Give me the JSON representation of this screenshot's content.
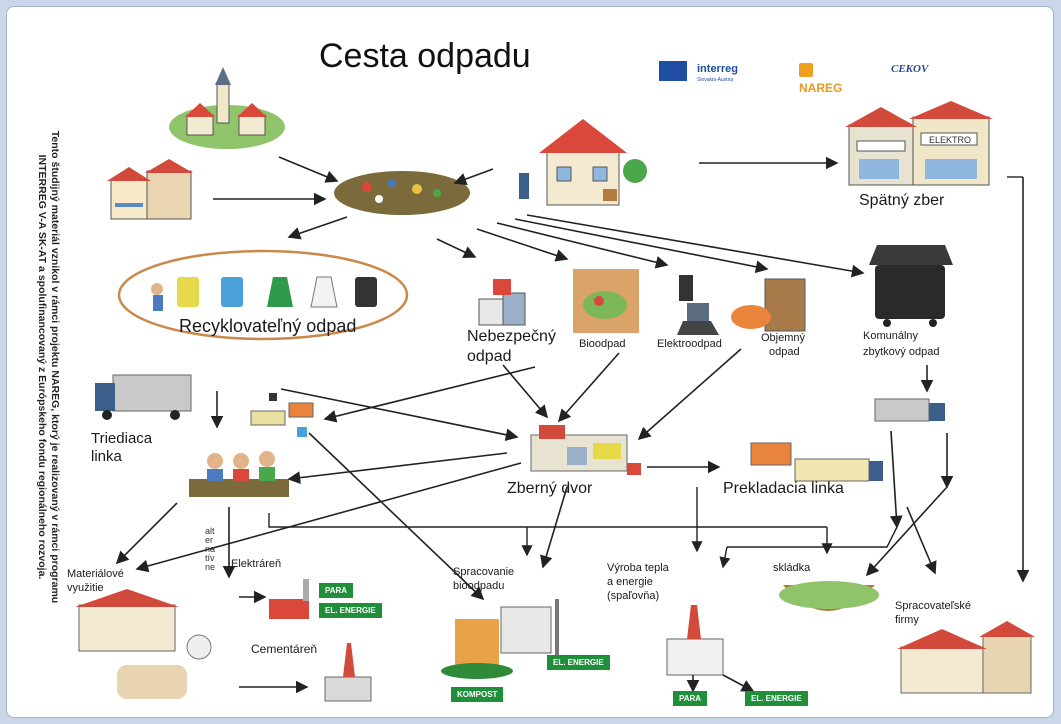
{
  "title": "Cesta odpadu",
  "side_text": "Tento študijný materiál vznikol v rámci projektu NAREG, ktorý je realizovaný v rámci programu INTERREG V-A SK-AT a spolufinancovaný z Európskeho fondu regionálneho rozvoja.",
  "logos": {
    "interreg": "interreg",
    "interreg_sub": "Slovakia-Austria",
    "nareg": "NAREG",
    "cekov": "CEKOV"
  },
  "labels": {
    "spatny_zber": "Spätný zber",
    "recyklovatelny": "Recyklovateľný odpad",
    "nebezpecny_1": "Nebezpečný",
    "nebezpecny_2": "odpad",
    "bioodpad": "Bioodpad",
    "elektroodpad": "Elektroodpad",
    "objemny_1": "Objemný",
    "objemny_2": "odpad",
    "komunalny_1": "Komunálny",
    "komunalny_2": "zbytkový odpad",
    "triediaca_1": "Triediaca",
    "triediaca_2": "linka",
    "zberny_dvor": "Zberný dvor",
    "prekladacia": "Prekladacia linka",
    "materialove_1": "Materiálové",
    "materialove_2": "využitie",
    "elektraren": "Elektráreň",
    "cementaren": "Cementáreň",
    "spracovanie_1": "Spracovanie",
    "spracovanie_2": "bioodpadu",
    "vyroba_1": "Výroba tepla",
    "vyroba_2": "a energie",
    "vyroba_3": "(spaľovňa)",
    "skladka": "skládka",
    "spracovatelske_1": "Spracovateľské",
    "spracovatelske_2": "firmy",
    "alternativne": "alternatívne"
  },
  "tags": {
    "para_1": "PARA",
    "el_energie_1": "EL. ENERGIE",
    "el_energie_2": "EL. ENERGIE",
    "kompost": "KOMPOST",
    "para_2": "PARA",
    "el_energie_3": "EL. ENERGIE"
  },
  "colors": {
    "background": "#c9d7e8",
    "tag_green": "#1f8f3a",
    "ellipse": "#c8894a"
  }
}
